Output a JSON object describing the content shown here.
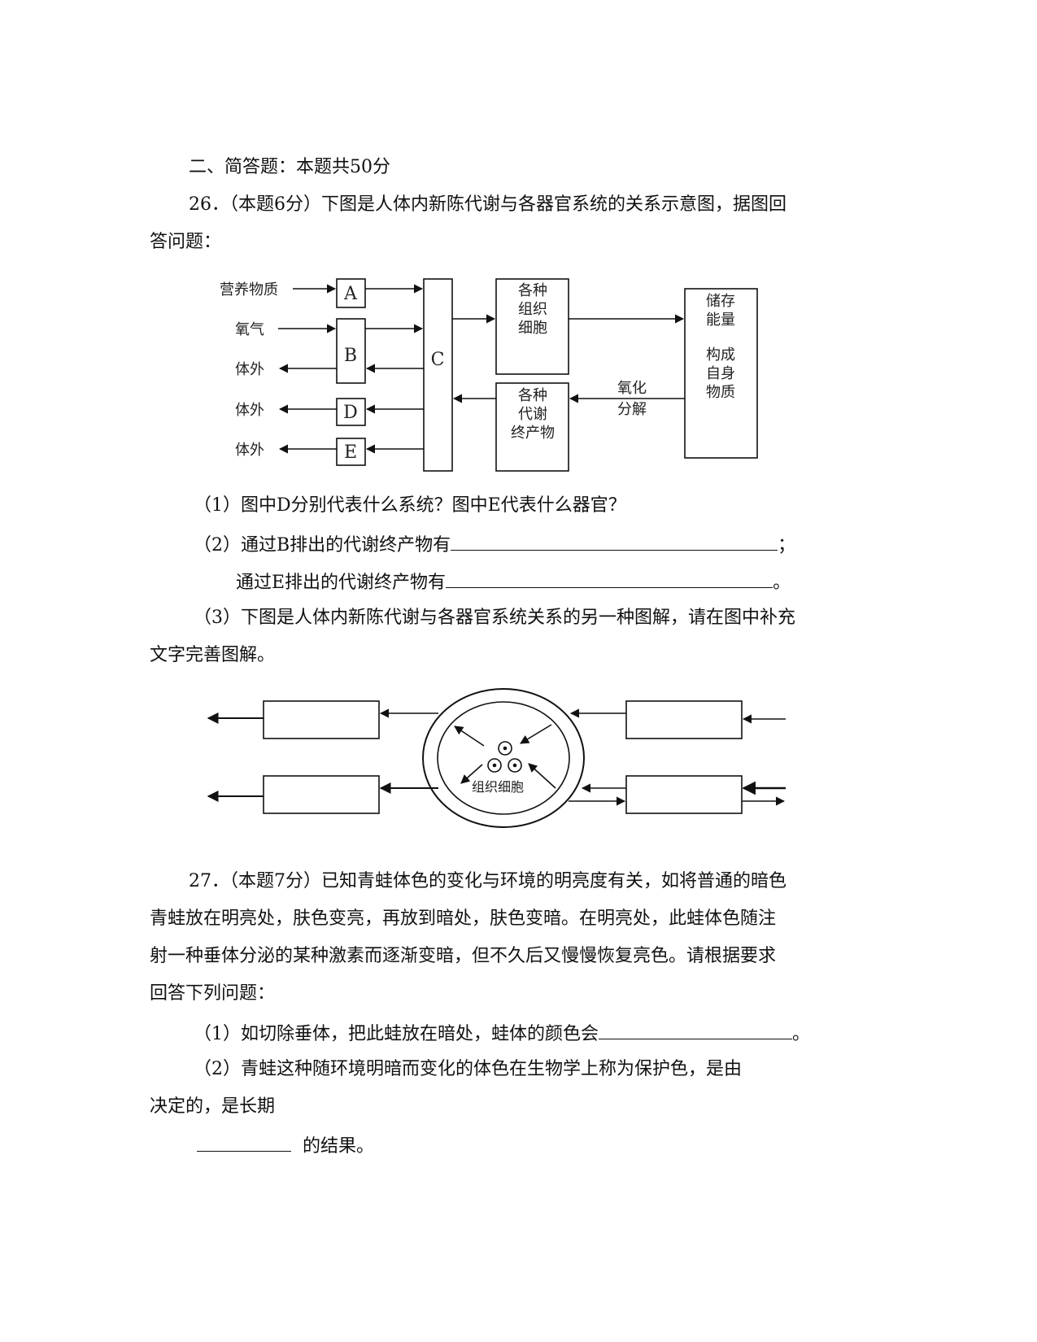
{
  "section_title": "二、简答题：本题共50分",
  "q26": {
    "stem_line1": "26．（本题6分）下图是人体内新陈代谢与各器官系统的关系示意图，据图回",
    "stem_line2": "答问题：",
    "diagram1": {
      "in_nutrients": "营养物质",
      "in_oxygen": "氧气",
      "out_1": "体外",
      "out_2": "体外",
      "out_3": "体外",
      "box_a": "A",
      "box_b": "B",
      "box_c": "C",
      "box_d": "D",
      "box_e": "E",
      "cells_lines": [
        "各种",
        "组织",
        "细胞"
      ],
      "products_lines": [
        "各种",
        "代谢",
        "终产物"
      ],
      "storage_lines": [
        "储存",
        "能量",
        "",
        "构成",
        "自身",
        "物质"
      ],
      "oxidation_lines": [
        "氧化",
        "分解"
      ]
    },
    "sub1": "（1）图中D分别代表什么系统？图中E代表什么器官？",
    "sub2_a_prefix": "（2）通过B排出的代谢终产物有",
    "sub2_a_suffix": "；",
    "sub2_b_prefix": "通过E排出的代谢终产物有",
    "sub2_b_suffix": "。",
    "sub3_line1": "（3）下图是人体内新陈代谢与各器官系统关系的另一种图解，请在图中补充",
    "sub3_line2": "文字完善图解。",
    "diagram2": {
      "tissue_cells": "组织细胞"
    }
  },
  "q27": {
    "stem_line1": "27．（本题7分）已知青蛙体色的变化与环境的明亮度有关，如将普通的暗色",
    "stem_line2": "青蛙放在明亮处，肤色变亮，再放到暗处，肤色变暗。在明亮处，此蛙体色随注",
    "stem_line3": "射一种垂体分泌的某种激素而逐渐变暗，但不久后又慢慢恢复亮色。请根据要求",
    "stem_line4": "回答下列问题：",
    "sub1_prefix": "（1）如切除垂体，把此蛙放在暗处，蛙体的颜色会",
    "sub1_suffix": "。",
    "sub2_line1": "（2）青蛙这种随环境明暗而变化的体色在生物学上称为保护色，是由",
    "sub2_line2": "决定的，是长期",
    "sub2_line3": "的结果。"
  }
}
